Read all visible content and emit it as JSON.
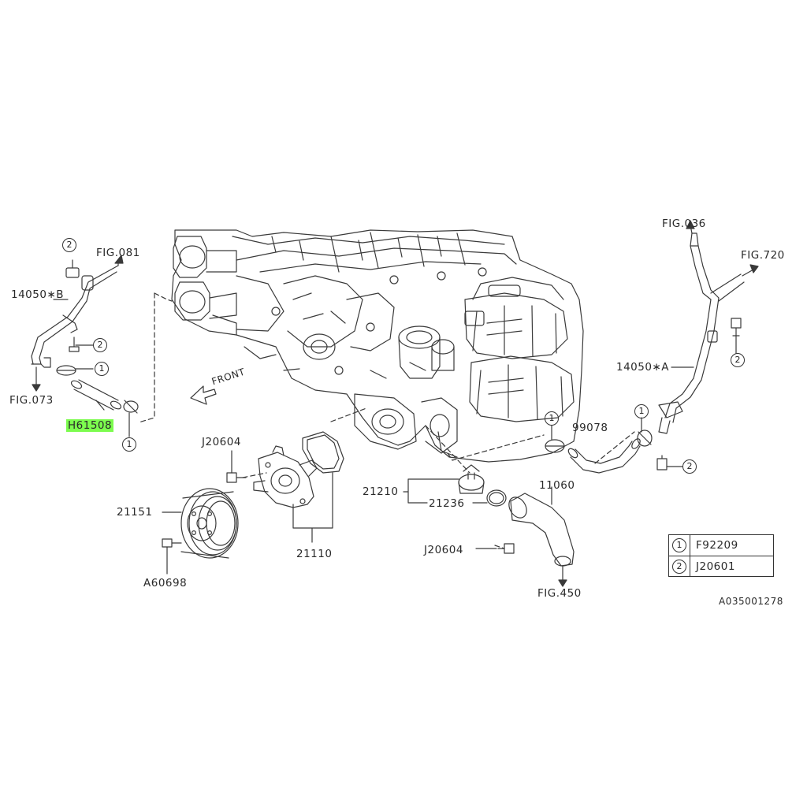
{
  "labels": {
    "fig_081": "FIG.081",
    "hose_b": "14050∗B",
    "fig_073": "FIG.073",
    "hose_h61508": "H61508",
    "front": "FRONT",
    "j20604_top": "J20604",
    "pulley_21151": "21151",
    "a60698": "A60698",
    "pump_21110": "21110",
    "thermo_21210": "21210",
    "gasket_21236": "21236",
    "j20604_bottom": "J20604",
    "pipe_11060": "11060",
    "fig_450": "FIG.450",
    "hose_99078": "99078",
    "fig_036": "FIG.036",
    "fig_720": "FIG.720",
    "hose_a": "14050∗A",
    "drawing_id": "A035001278"
  },
  "callouts": {
    "one": "1",
    "two": "2"
  },
  "legend": {
    "rows": [
      {
        "index": "1",
        "code": "F92209"
      },
      {
        "index": "2",
        "code": "J20601"
      }
    ]
  },
  "colors": {
    "line": "#3a3a3a",
    "highlight": "#7CFC4E",
    "background": "#ffffff"
  }
}
